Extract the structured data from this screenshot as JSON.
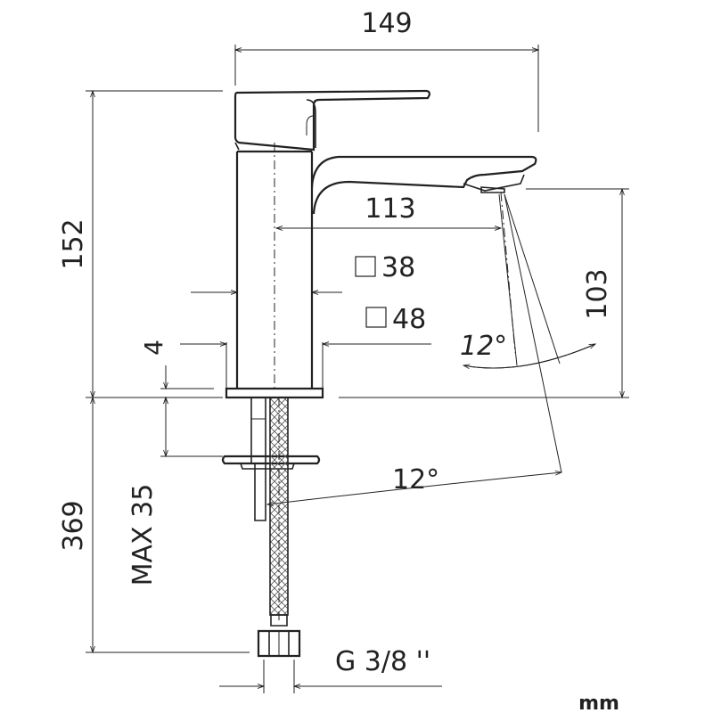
{
  "dimensions": {
    "overall_width": "149",
    "overall_height": "152",
    "spout_reach": "113",
    "spout_height": "103",
    "body_square_small": "38",
    "body_square_large": "48",
    "base_thickness": "4",
    "max_deck": "MAX 35",
    "hose_length": "369",
    "flow_angle_upper": "12°",
    "flow_angle_lower": "12°",
    "connection": "G 3/8 ''"
  },
  "units": "mm"
}
